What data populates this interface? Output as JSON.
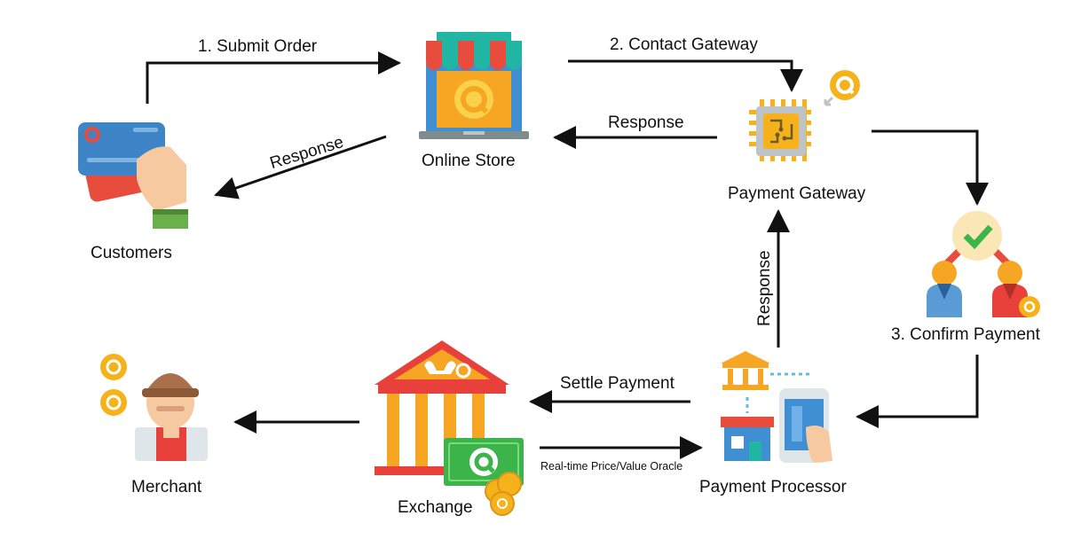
{
  "nodes": {
    "customers": "Customers",
    "online_store": "Online Store",
    "payment_gateway": "Payment Gateway",
    "confirm_payment": "3. Confirm Payment",
    "payment_processor": "Payment Processor",
    "exchange": "Exchange",
    "merchant": "Merchant"
  },
  "edges": {
    "submit_order": "1. Submit Order",
    "contact_gateway": "2. Contact Gateway",
    "response_gateway_to_store": "Response",
    "response_store_to_customer": "Response",
    "response_processor_to_gateway": "Response",
    "settle_payment": "Settle Payment",
    "price_oracle": "Real-time Price/Value Oracle"
  },
  "colors": {
    "arrow": "#111111",
    "coin": "#f6b21b",
    "store_blue": "#3f8fd2",
    "awning_teal": "#21b5a4",
    "awning_red": "#e74c3c",
    "bank_red": "#e8413b",
    "bank_orange": "#f6a623",
    "money_green": "#3bb549",
    "card_blue": "#3d85c6",
    "skin": "#f7c9a0"
  },
  "icons": {
    "customers": "credit-card-in-hand-icon",
    "online_store": "laptop-storefront-icon",
    "payment_gateway": "chip-icon",
    "confirm_payment": "confirm-check-people-icon",
    "payment_processor": "bank-shop-phone-icon",
    "exchange": "bank-money-icon",
    "merchant": "merchant-person-icon"
  }
}
